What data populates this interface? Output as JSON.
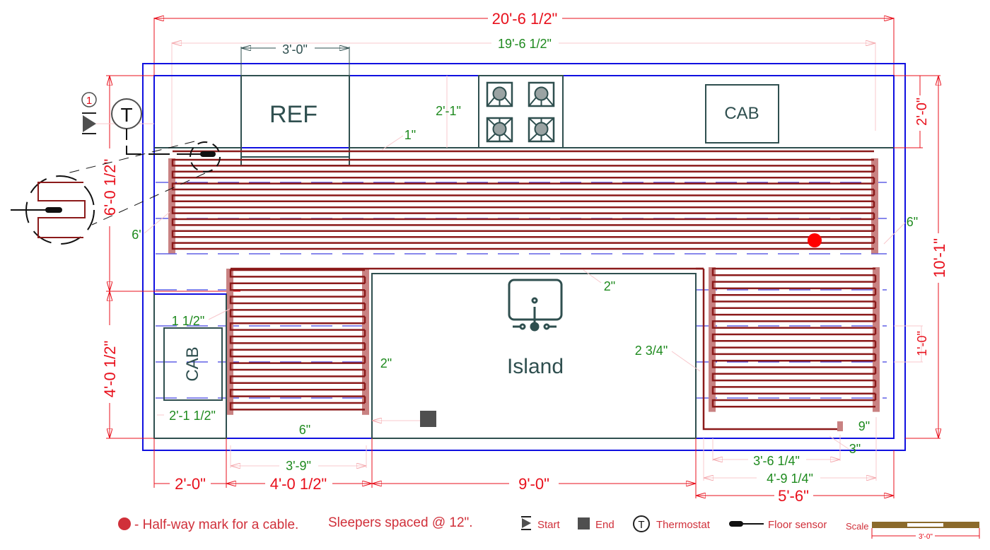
{
  "title": "Floor heating cable layout - kitchen",
  "labels": {
    "refrigerator": "REF",
    "cabinet_top": "CAB",
    "cabinet_left": "CAB",
    "island": "Island",
    "start_number": "1",
    "thermostat_glyph": "T"
  },
  "dimensions": {
    "overall_width": "20'-6 1/2\"",
    "inner_width": "19'-6 1/2\"",
    "ref_width": "3'-0\"",
    "counter_depth_inner": "2'-1\"",
    "gap_top": "1\"",
    "left_height_top": "6'-0 1/2\"",
    "left_height_bottom": "4'-0 1/2\"",
    "right_counter_depth": "2'-0\"",
    "overall_height": "10'-1\"",
    "sleeper_spacing_dim": "1'-0\"",
    "offset_left_top": "6'",
    "offset_right_top": "6\"",
    "gap_island_top": "2\"",
    "gap_cab_left": "1 1/2\"",
    "gap_island_left": "2\"",
    "gap_island_right": "2 3/4\"",
    "cab_width": "2'-1 1/2\"",
    "bottom_offset_left": "6\"",
    "bottom_offset_right": "9\"",
    "end_gap": "3\"",
    "left_zone_width": "3'-9\"",
    "right_zone_inner": "3'-6 1/4\"",
    "right_zone_outer": "4'-9 1/4\"",
    "bottom_seg_1": "2'-0\"",
    "bottom_seg_2": "4'-0 1/2\"",
    "bottom_seg_3": "9'-0\"",
    "bottom_seg_4": "5'-6\""
  },
  "cable_runs": {
    "top_zone_loops": 8,
    "left_zone_loops": 11,
    "right_zone_loops": 11
  },
  "legend": {
    "halfway_text": "- Half-way mark for a cable.",
    "sleepers_text": "Sleepers spaced @ 12\".",
    "start_label": "Start",
    "end_label": "End",
    "thermostat_label": "Thermostat",
    "sensor_label": "Floor sensor",
    "scale_label": "Scale",
    "scale_value": "3'-0\""
  },
  "colors": {
    "dimension_red": "#e8101c",
    "dimension_green": "#1e8a1e",
    "wall_blue": "#1010e0",
    "cable": "#8b1a1a",
    "cable_shade": "#c98282",
    "fixture": "#2f4f4f",
    "halfway_mark": "#ff0000",
    "scale_brown": "#8b6a2b"
  }
}
